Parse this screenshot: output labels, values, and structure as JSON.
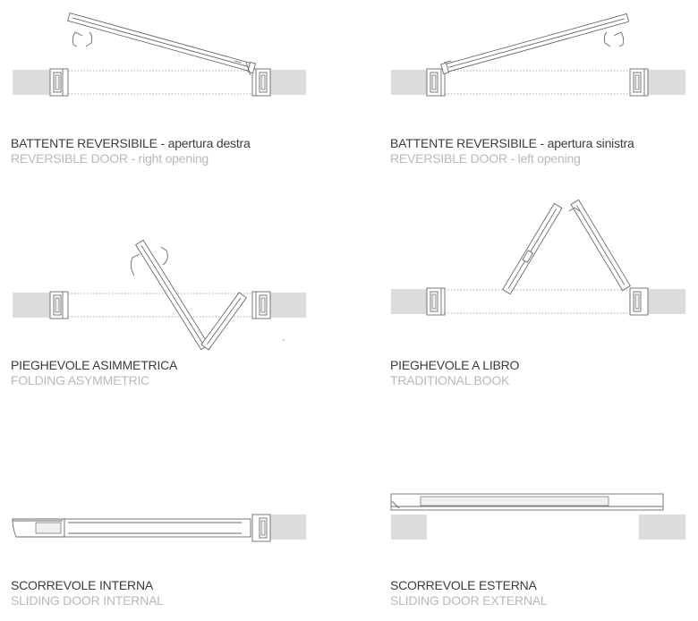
{
  "diagrams": [
    {
      "title_it": "BATTENTE REVERSIBILE",
      "sub_it": " - apertura destra",
      "title_en": "REVERSIBLE DOOR",
      "sub_en": " - right opening"
    },
    {
      "title_it": "BATTENTE REVERSIBILE",
      "sub_it": " - apertura sinistra",
      "title_en": "REVERSIBLE DOOR",
      "sub_en": " - left opening"
    },
    {
      "title_it": "PIEGHEVOLE ASIMMETRICA",
      "sub_it": "",
      "title_en": "FOLDING ASYMMETRIC",
      "sub_en": ""
    },
    {
      "title_it": "PIEGHEVOLE A LIBRO",
      "sub_it": "",
      "title_en": "TRADITIONAL BOOK",
      "sub_en": ""
    },
    {
      "title_it": "SCORREVOLE INTERNA",
      "sub_it": "",
      "title_en": "SLIDING DOOR INTERNAL",
      "sub_en": ""
    },
    {
      "title_it": "SCORREVOLE ESTERNA",
      "sub_it": "",
      "title_en": "SLIDING DOOR EXTERNAL",
      "sub_en": ""
    }
  ],
  "colors": {
    "wall": "#dcdcdc",
    "line": "#6a6a6a",
    "italian": "#3c3c3c",
    "english": "#b9b9b9"
  }
}
